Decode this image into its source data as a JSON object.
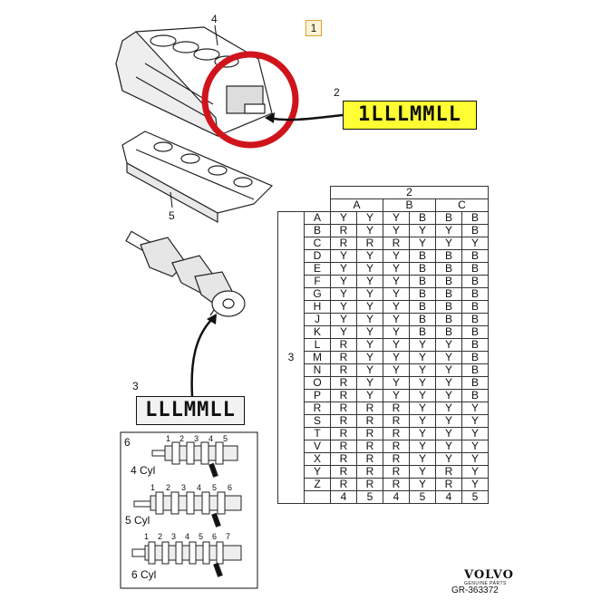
{
  "callouts": {
    "badge": "1",
    "block": "4",
    "code_top": "2",
    "ladder": "5",
    "code_crank": "3",
    "variants": "6"
  },
  "codes": {
    "top": "1LLLMMLL",
    "crank": "LLLMMLL"
  },
  "variants": {
    "four": {
      "label": "4 Cyl",
      "marks": [
        "1",
        "2",
        "3",
        "4",
        "5"
      ]
    },
    "five": {
      "label": "5 Cyl",
      "marks": [
        "1",
        "2",
        "3",
        "4",
        "5",
        "6"
      ]
    },
    "six": {
      "label": "6 Cyl",
      "marks": [
        "1",
        "2",
        "3",
        "4",
        "5",
        "6",
        "7"
      ]
    }
  },
  "table": {
    "top_header": "2",
    "side_header": "3",
    "groups": [
      "A",
      "B",
      "C"
    ],
    "bottom": [
      "4",
      "5",
      "4",
      "5",
      "4",
      "5"
    ],
    "rows": [
      [
        "A",
        "Y",
        "Y",
        "Y",
        "B",
        "B",
        "B"
      ],
      [
        "B",
        "R",
        "Y",
        "Y",
        "Y",
        "Y",
        "B"
      ],
      [
        "C",
        "R",
        "R",
        "R",
        "Y",
        "Y",
        "Y"
      ],
      [
        "D",
        "Y",
        "Y",
        "Y",
        "B",
        "B",
        "B"
      ],
      [
        "E",
        "Y",
        "Y",
        "Y",
        "B",
        "B",
        "B"
      ],
      [
        "F",
        "Y",
        "Y",
        "Y",
        "B",
        "B",
        "B"
      ],
      [
        "G",
        "Y",
        "Y",
        "Y",
        "B",
        "B",
        "B"
      ],
      [
        "H",
        "Y",
        "Y",
        "Y",
        "B",
        "B",
        "B"
      ],
      [
        "J",
        "Y",
        "Y",
        "Y",
        "B",
        "B",
        "B"
      ],
      [
        "K",
        "Y",
        "Y",
        "Y",
        "B",
        "B",
        "B"
      ],
      [
        "L",
        "R",
        "Y",
        "Y",
        "Y",
        "Y",
        "B"
      ],
      [
        "M",
        "R",
        "Y",
        "Y",
        "Y",
        "Y",
        "B"
      ],
      [
        "N",
        "R",
        "Y",
        "Y",
        "Y",
        "Y",
        "B"
      ],
      [
        "O",
        "R",
        "Y",
        "Y",
        "Y",
        "Y",
        "B"
      ],
      [
        "P",
        "R",
        "Y",
        "Y",
        "Y",
        "Y",
        "B"
      ],
      [
        "R",
        "R",
        "R",
        "R",
        "Y",
        "Y",
        "Y"
      ],
      [
        "S",
        "R",
        "R",
        "R",
        "Y",
        "Y",
        "Y"
      ],
      [
        "T",
        "R",
        "R",
        "R",
        "Y",
        "Y",
        "Y"
      ],
      [
        "V",
        "R",
        "R",
        "R",
        "Y",
        "Y",
        "Y"
      ],
      [
        "X",
        "R",
        "R",
        "R",
        "Y",
        "Y",
        "Y"
      ],
      [
        "Y",
        "R",
        "R",
        "R",
        "Y",
        "R",
        "Y"
      ],
      [
        "Z",
        "R",
        "R",
        "R",
        "Y",
        "R",
        "Y"
      ]
    ]
  },
  "brand": {
    "name": "VOLVO",
    "sub": "GENUINE PARTS",
    "ref": "GR-363372"
  },
  "colors": {
    "code_fill": "#ffff33",
    "circle": "#d0141c",
    "badge_border": "#e0a030"
  }
}
